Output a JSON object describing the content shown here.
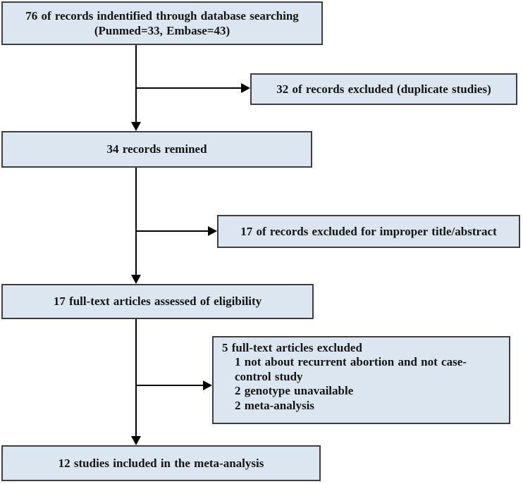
{
  "diagram": {
    "kind": "study-selection-flowchart"
  },
  "boxes": {
    "identified": {
      "line1": "76 of records indentified through database searching",
      "line2": "(Punmed=33, Embase=43)"
    },
    "excluded_duplicates": {
      "text": "32 of records excluded (duplicate studies)"
    },
    "remained": {
      "text": "34 records remined"
    },
    "excluded_title_abstract": {
      "text": "17 of records excluded for improper title/abstract"
    },
    "fulltext_assessed": {
      "text": "17 full-text articles assessed of eligibility"
    },
    "fulltext_excluded": {
      "heading": "5 full-text articles excluded",
      "reasons": [
        "1 not about recurrent abortion and not case-control study",
        "2 genotype unavailable",
        "2 meta-analysis"
      ]
    },
    "included": {
      "text": "12 studies included in the meta-analysis"
    }
  },
  "connectors": [
    {
      "from": "identified",
      "to": "remained",
      "direction": "down"
    },
    {
      "from": "identified-remained-trunk",
      "to": "excluded_duplicates",
      "direction": "right"
    },
    {
      "from": "remained",
      "to": "fulltext_assessed",
      "direction": "down"
    },
    {
      "from": "remained-assessed-trunk",
      "to": "excluded_title_abstract",
      "direction": "right"
    },
    {
      "from": "fulltext_assessed",
      "to": "included",
      "direction": "down"
    },
    {
      "from": "assessed-included-trunk",
      "to": "fulltext_excluded",
      "direction": "right"
    }
  ],
  "colors": {
    "box_fill": "#dce6f1",
    "box_border": "#3f3f3f",
    "connector": "#000000",
    "text": "#141414",
    "background": "#ffffff"
  }
}
